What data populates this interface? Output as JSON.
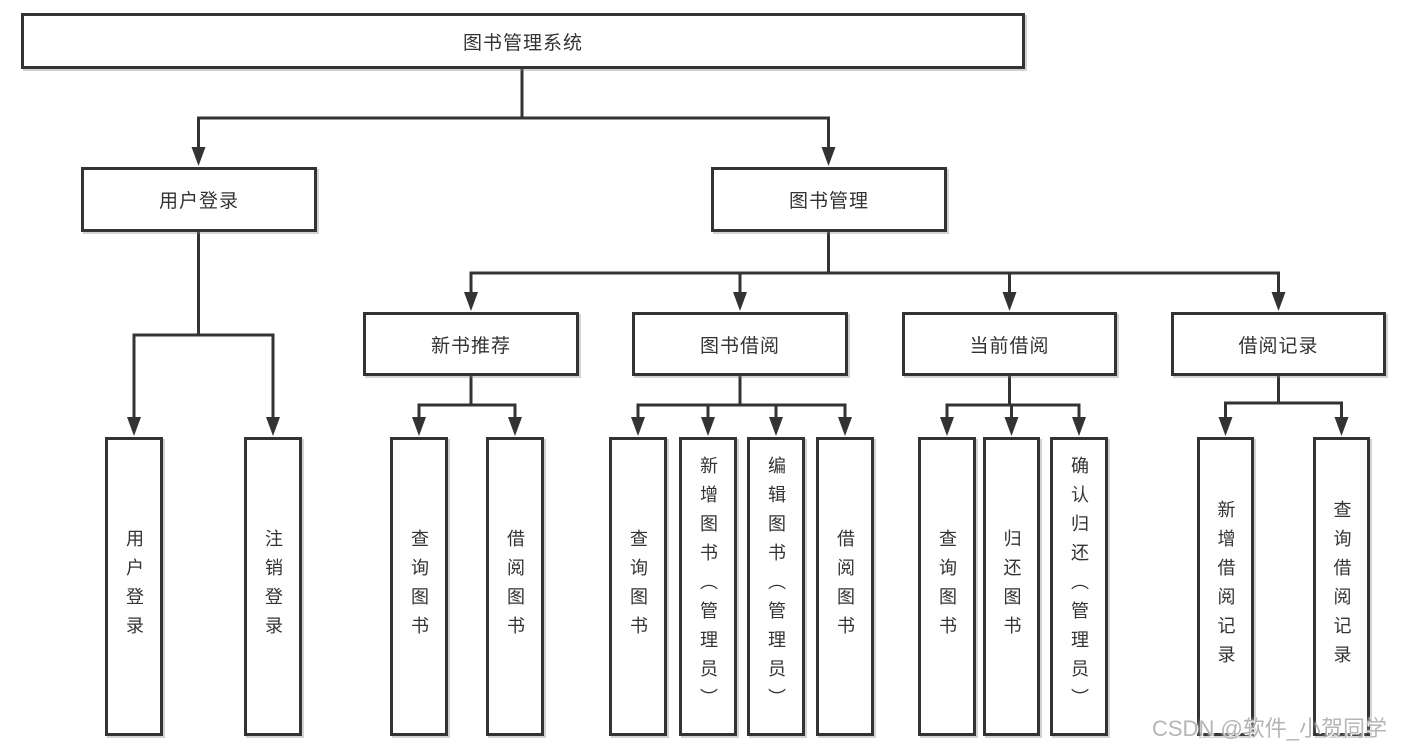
{
  "diagram": {
    "root": {
      "label": "图书管理系统"
    },
    "level2": [
      {
        "label": "用户登录"
      },
      {
        "label": "图书管理"
      }
    ],
    "level3": [
      {
        "label": "新书推荐"
      },
      {
        "label": "图书借阅"
      },
      {
        "label": "当前借阅"
      },
      {
        "label": "借阅记录"
      }
    ],
    "leaves": [
      {
        "label": "用户登录"
      },
      {
        "label": "注销登录"
      },
      {
        "label": "查询图书"
      },
      {
        "label": "借阅图书"
      },
      {
        "label": "查询图书"
      },
      {
        "label": "新增图书（管理员）"
      },
      {
        "label": "编辑图书（管理员）"
      },
      {
        "label": "借阅图书"
      },
      {
        "label": "查询图书"
      },
      {
        "label": "归还图书"
      },
      {
        "label": "确认归还（管理员）"
      },
      {
        "label": "新增借阅记录"
      },
      {
        "label": "查询借阅记录"
      }
    ],
    "watermark": "CSDN @软件_小贺同学",
    "colors": {
      "line": "#333333",
      "text": "#333333",
      "background": "#ffffff",
      "watermark": "#b5b5b5"
    }
  }
}
